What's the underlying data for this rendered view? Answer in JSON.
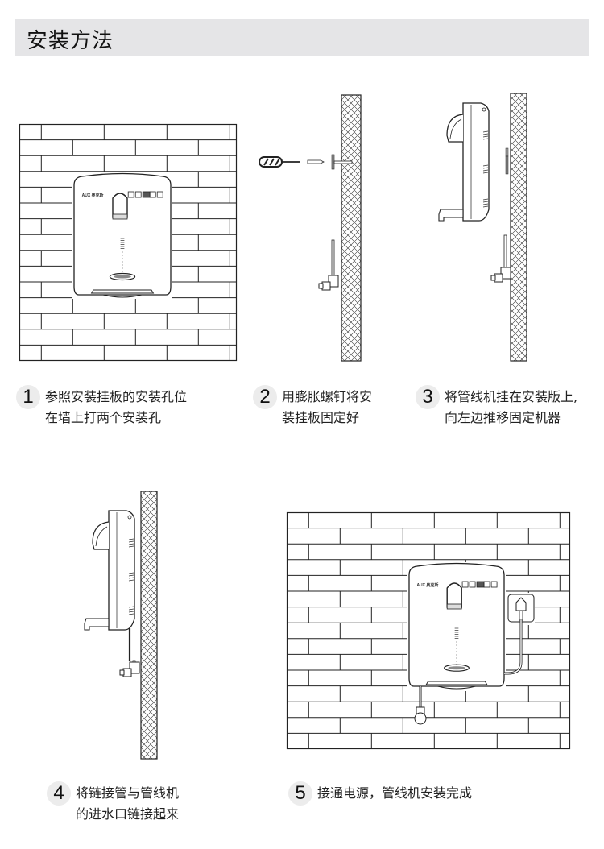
{
  "header": {
    "title": "安装方法"
  },
  "device": {
    "brand": "AUX 奥克斯"
  },
  "steps": [
    {
      "number": "1",
      "lines": [
        "参照安装挂板的安装孔位",
        "在墙上打两个安装孔"
      ]
    },
    {
      "number": "2",
      "lines": [
        "用膨胀螺钉将安",
        "装挂板固定好"
      ]
    },
    {
      "number": "3",
      "lines": [
        "将管线机挂在安装版上,",
        "向左边推移固定机器"
      ]
    },
    {
      "number": "4",
      "lines": [
        "将链接管与管线机",
        "的进水口链接起来"
      ]
    },
    {
      "number": "5",
      "lines": [
        "接通电源，管线机安装完成"
      ]
    }
  ],
  "colors": {
    "title_bg": "#e5e5e7",
    "badge_bg": "#ececec",
    "line": "#222222"
  }
}
